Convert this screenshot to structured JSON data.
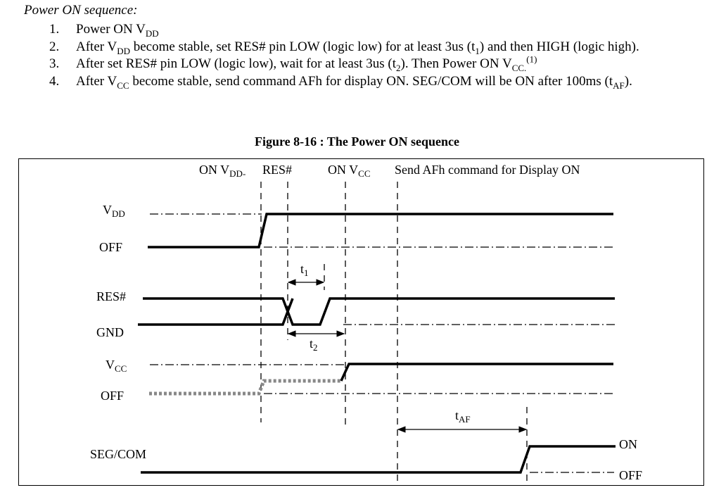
{
  "section": {
    "heading": "Power ON sequence:",
    "steps": [
      {
        "num": "1.",
        "parts": [
          "Power ON V",
          "DD",
          ""
        ]
      },
      {
        "num": "2.",
        "parts": [
          "After V",
          "DD",
          " become stable, set RES# pin LOW (logic low) for at least 3us (t",
          "1",
          ") and then HIGH (logic high)."
        ]
      },
      {
        "num": "3.",
        "parts": [
          "After set RES# pin LOW (logic low), wait for at least 3us (t",
          "2",
          "). Then Power ON V",
          "CC.",
          "",
          "(1)"
        ]
      },
      {
        "num": "4.",
        "parts": [
          "After V",
          "CC",
          " become stable, send command AFh for display ON. SEG/COM will be ON after 100ms (t",
          "AF",
          ")."
        ]
      }
    ]
  },
  "figure": {
    "title": "Figure 8-16 : The Power ON sequence",
    "top_labels": {
      "on_vdd": "ON V",
      "on_vdd_sub": "DD-",
      "res": "RES#",
      "on_vcc": "ON V",
      "on_vcc_sub": "CC",
      "send_afh": "Send AFh command for Display ON"
    },
    "signals": {
      "vdd": "V",
      "vdd_sub": "DD",
      "off1": "OFF",
      "res": "RES#",
      "gnd": "GND",
      "vcc": "V",
      "vcc_sub": "CC",
      "off2": "OFF",
      "segcom": "SEG/COM",
      "on": "ON",
      "off3": "OFF"
    },
    "timing": {
      "t1": "t",
      "t1_sub": "1",
      "t2": "t",
      "t2_sub": "2",
      "taf": "t",
      "taf_sub": "AF"
    }
  }
}
